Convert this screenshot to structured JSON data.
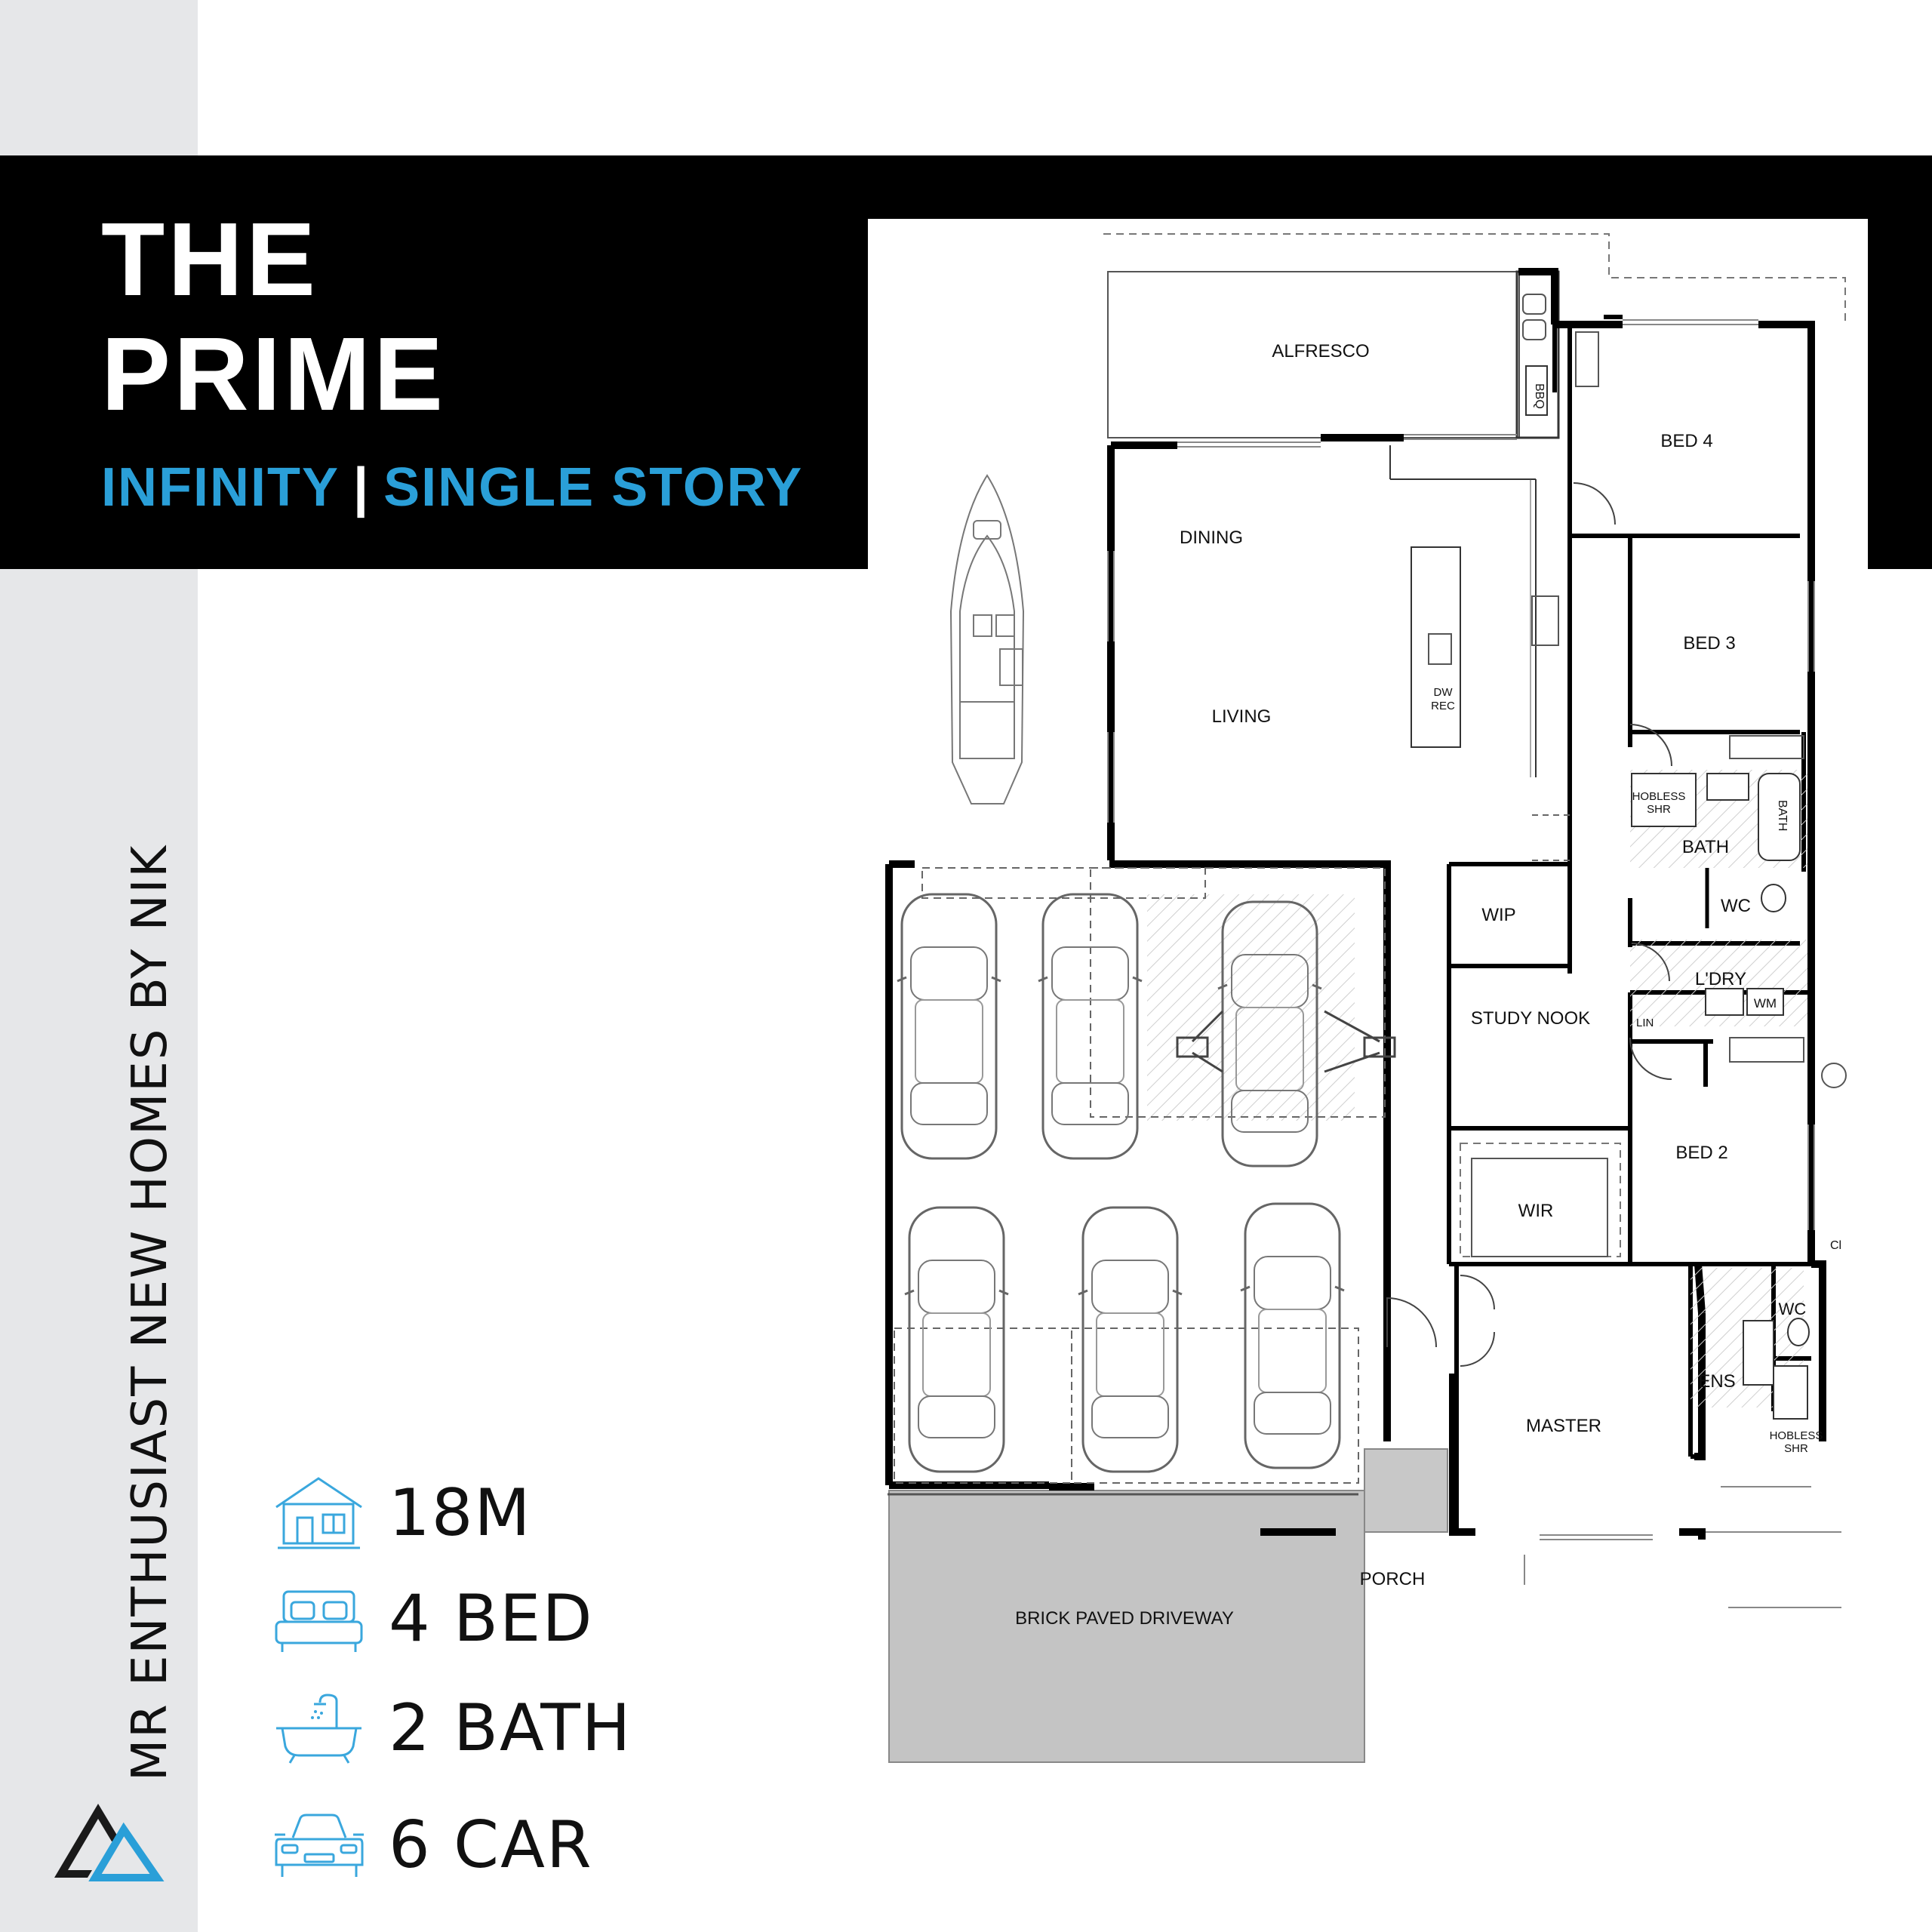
{
  "header": {
    "title_line1": "THE",
    "title_line2": "PRIME",
    "subtitle_left": "INFINITY",
    "subtitle_sep": "|",
    "subtitle_right": "SINGLE STORY"
  },
  "sidebar": {
    "brand": "MR ENTHUSIAST NEW HOMES BY NIK",
    "logo_icon": "mountain-triangle-logo-icon"
  },
  "stats": [
    {
      "icon": "house-icon",
      "label": "18M"
    },
    {
      "icon": "bed-icon",
      "label": "4 BED"
    },
    {
      "icon": "bath-icon",
      "label": "2 BATH"
    },
    {
      "icon": "car-icon",
      "label": "6 CAR"
    }
  ],
  "plan": {
    "rooms": {
      "alfresco": "ALFRESCO",
      "bbq": "BBQ",
      "dining": "DINING",
      "living": "LIVING",
      "dw": "DW",
      "rec": "REC",
      "bed4": "BED 4",
      "bed3": "BED 3",
      "hobless_shr": "HOBLESS",
      "shr": "SHR",
      "bath_tub": "BATH",
      "bath": "BATH",
      "wc": "WC",
      "wip": "WIP",
      "ldry": "L'DRY",
      "wm": "WM",
      "lin": "LIN",
      "study_nook": "STUDY NOOK",
      "bed2": "BED 2",
      "wir": "WIR",
      "wc2": "WC",
      "ens": "ENS",
      "hobless_shr2": "HOBLESS",
      "shr2": "SHR",
      "master": "MASTER",
      "porch": "PORCH",
      "driveway": "BRICK PAVED DRIVEWAY",
      "cl": "Cl"
    }
  },
  "colors": {
    "accent": "#2a9fd8",
    "banner": "#000000",
    "sidebar": "#e6e7e9",
    "driveway": "#c4c4c4"
  }
}
